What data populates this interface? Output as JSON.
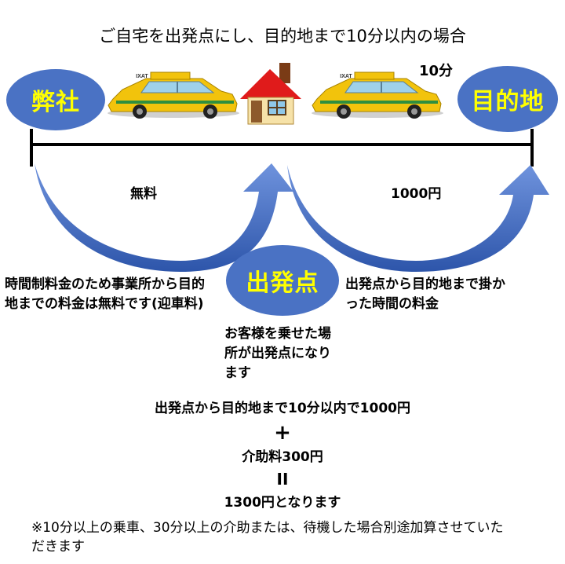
{
  "title": "ご自宅を出発点にし、目的地まで10分以内の場合",
  "nodes": {
    "company": "弊社",
    "destination": "目的地",
    "start": "出発点"
  },
  "taxi_sign": "IXAT",
  "time_label": "10分",
  "free_label": "無料",
  "fare_label": "1000円",
  "left_note": "時間制料金のため事業所から目的地までの料金は無料です(迎車料)",
  "right_note": "出発点から目的地まで掛かった時間の料金",
  "start_note": "お客様を乗せた場所が出発点になります",
  "calc": {
    "line1": "出発点から目的地まで10分以内で1000円",
    "plus": "+",
    "line2": "介助料300円",
    "equals": "II",
    "total": "1300円となります"
  },
  "footnote": "※10分以上の乗車、30分以上の介助または、待機した場合別途加算させていただきます",
  "colors": {
    "ellipse": "#4a72c4",
    "ellipse_text": "#ffff00",
    "arrow": "#3f67bd",
    "taxi": "#f2c30c",
    "house_roof": "#e01b1b"
  }
}
